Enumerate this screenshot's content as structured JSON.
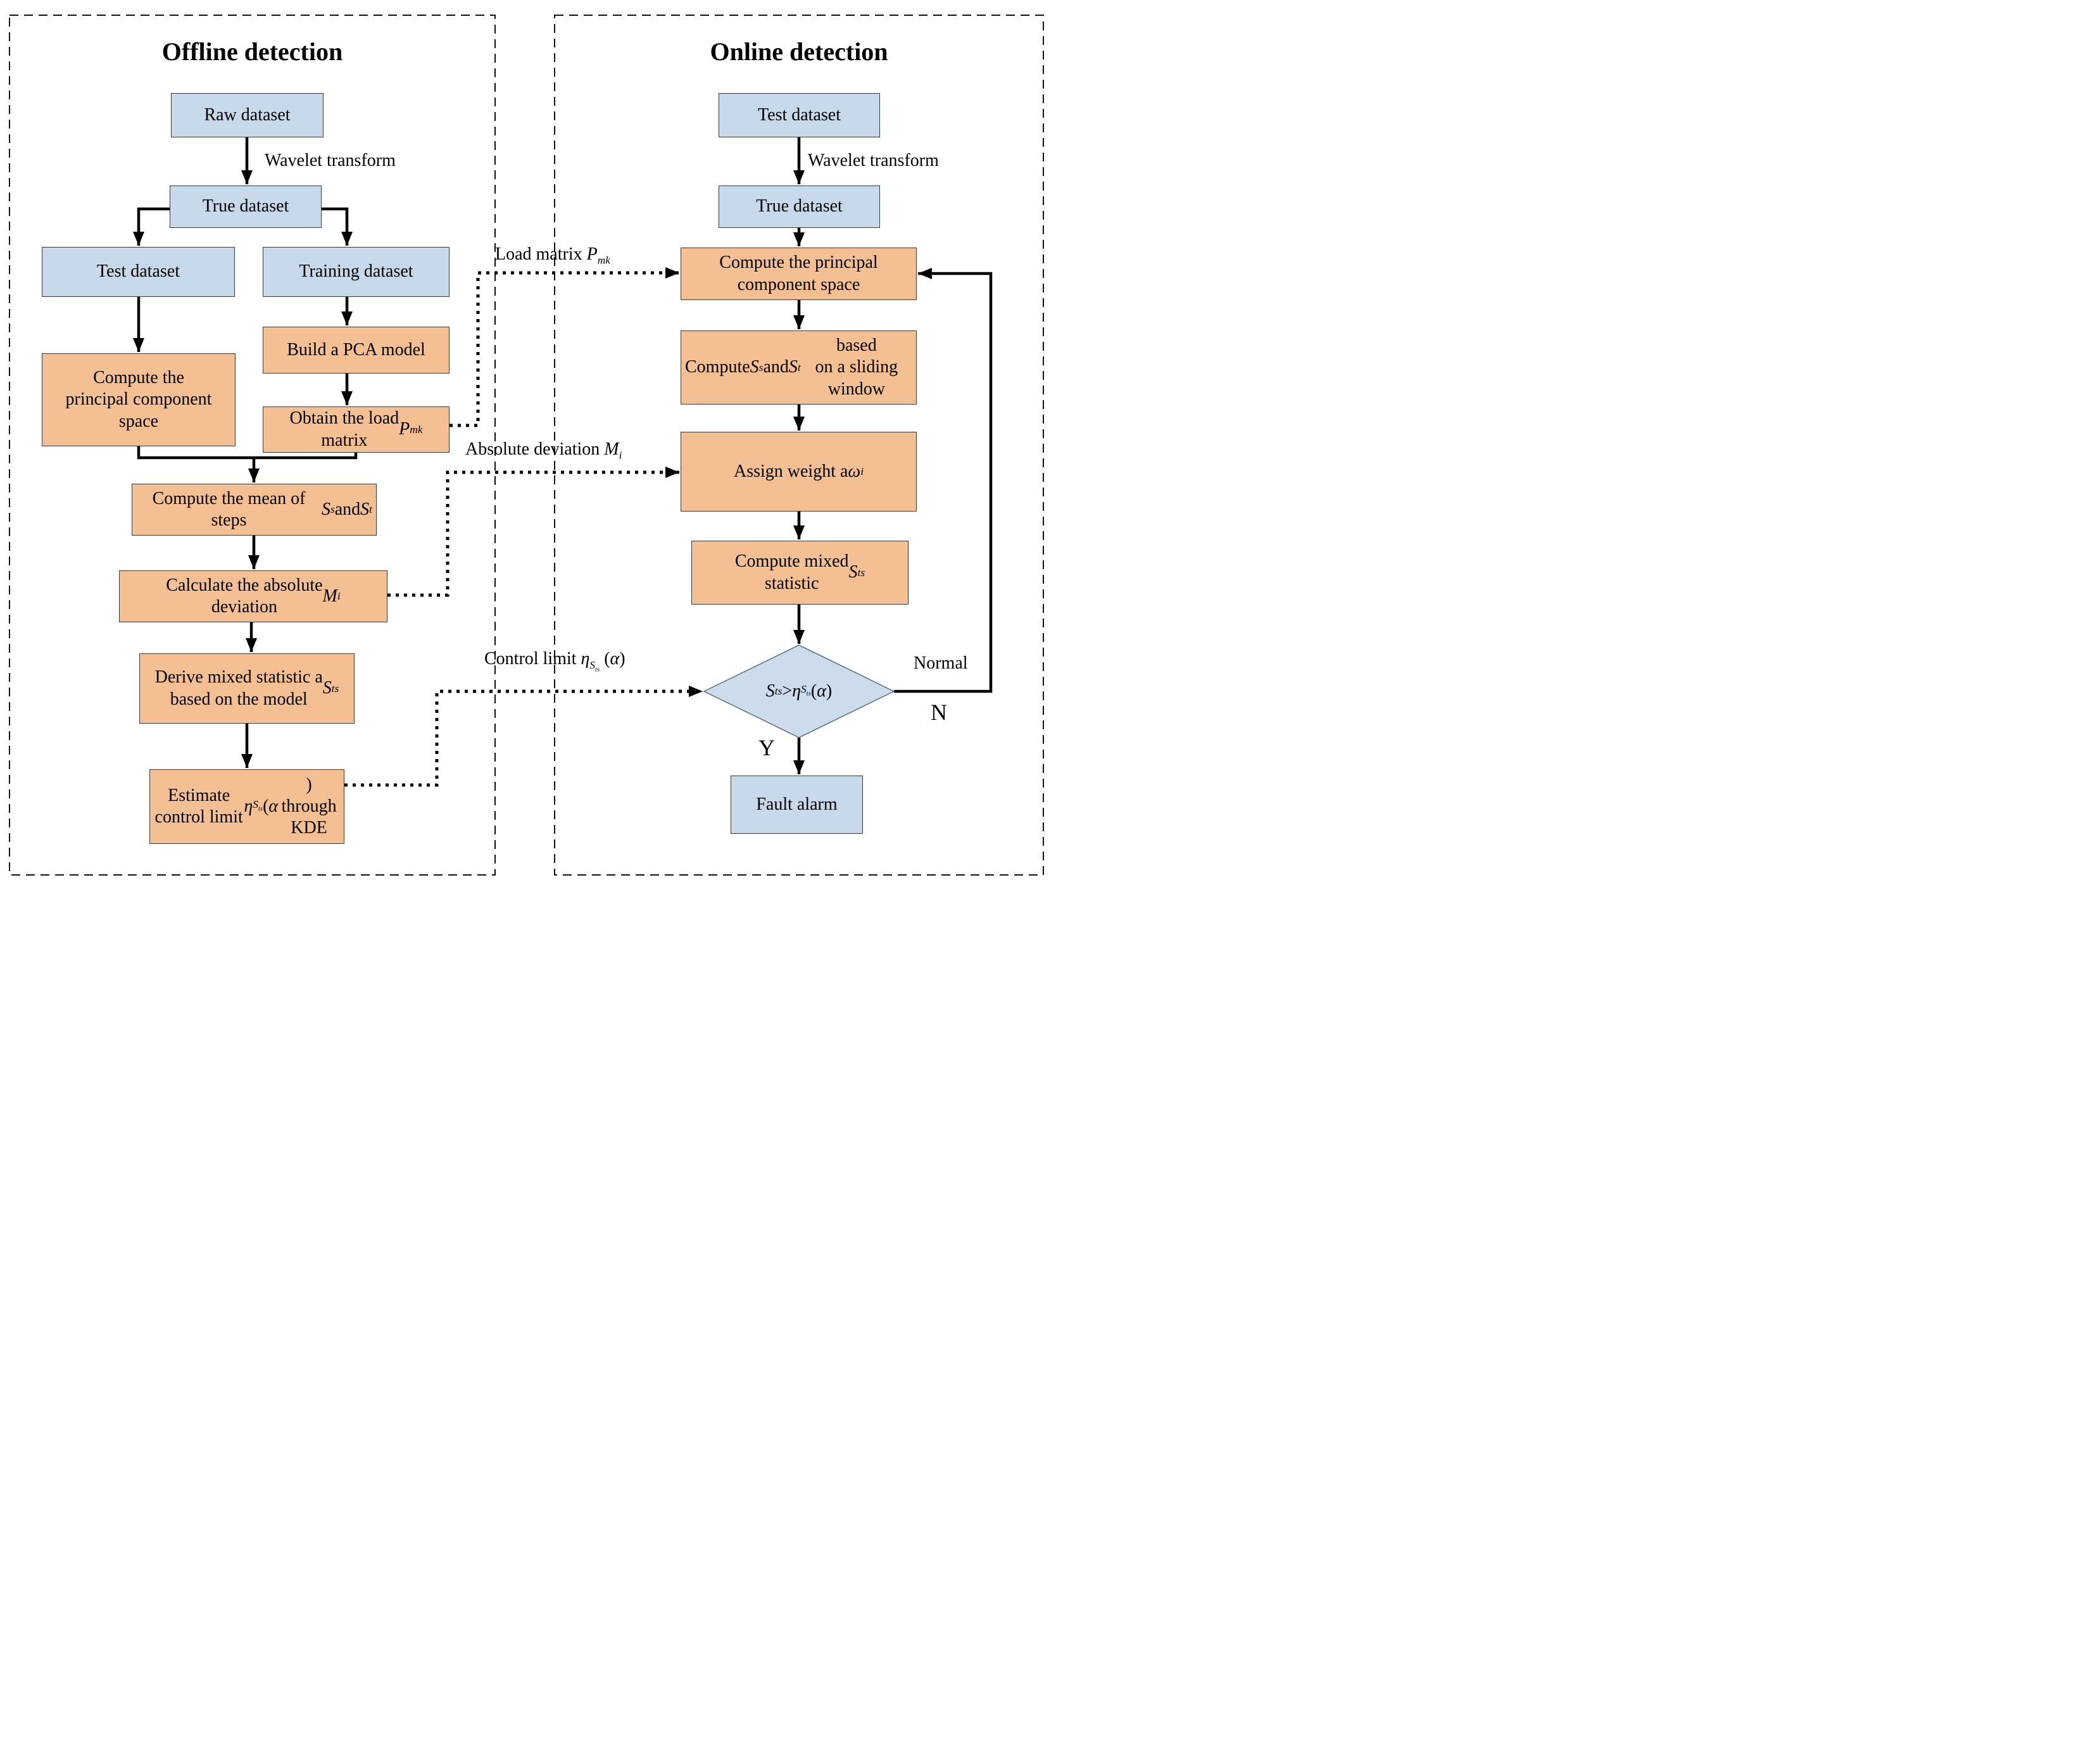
{
  "figure": {
    "type": "flowchart",
    "description_title": "Offline / Online detection flowchart"
  },
  "colors": {
    "dataset_box_fill": "#c6d8e9",
    "process_box_fill": "#f4bf92",
    "decision_fill": "#ccdcec",
    "box_border": "#3b3b3b",
    "line_color": "#000000"
  },
  "offline": {
    "title": "Offline detection",
    "nodes": {
      "raw_dataset": "Raw dataset",
      "true_dataset": "True dataset",
      "test_dataset": "Test dataset",
      "training_dataset": "Training dataset",
      "compute_pcs": "Compute the<br>principal component<br>space",
      "build_pca": "Build a PCA model",
      "obtain_load_matrix": "Obtain the load<br>matrix <i>P</i><sub><i>mk</i></sub>",
      "compute_mean": "Compute the mean of steps<br><i>S</i><sub><i>s</i></sub> and <i>S</i><sub><i>t</i></sub>",
      "calc_abs_deviation": "Calculate the absolute<br>deviation <i>M</i><sub><i>i</i></sub>",
      "derive_mixed": "Derive mixed statistic a<br>based on the model <i>S</i><sub><i>ts</i></sub>",
      "estimate_limit": "Estimate control limit<br><i>&eta;</i><sub><i>S</i><sub><i>ts</i></sub></sub> (<i>&alpha;</i>) through KDE"
    },
    "edge_labels": {
      "wavelet": "Wavelet transform"
    }
  },
  "online": {
    "title": "Online detection",
    "nodes": {
      "test_dataset": "Test dataset",
      "true_dataset": "True dataset",
      "compute_pcs": "Compute the principal<br>component space",
      "compute_sliding": "Compute <i>S</i><sub><i>s</i></sub> and <i>S</i><sub><i>t</i></sub> based<br>on a sliding window",
      "assign_weight": "Assign weight a <i>&omega;</i><sub><i>i</i></sub>",
      "compute_mixed": "Compute mixed<br>statistic <i>S</i><sub><i>ts</i></sub>",
      "decision": "<i>S</i><sub><i>ts</i></sub> &gt; <i>&eta;</i><sub><i>S</i><sub><i>ts</i></sub></sub> (<i>&alpha;</i>)",
      "fault_alarm": "Fault alarm"
    },
    "edge_labels": {
      "wavelet": "Wavelet transform",
      "yes": "Y",
      "no": "N",
      "normal": "Normal"
    }
  },
  "cross_links": {
    "load_matrix": "Load matrix <i>P</i><sub><i>mk</i></sub>",
    "absolute_deviation": "Absolute deviation <i>M</i><sub><i>i</i></sub>",
    "control_limit": "Control limit <i>&eta;</i><sub><i>S</i><sub><i>ts</i></sub></sub> (<i>&alpha;</i>)"
  }
}
